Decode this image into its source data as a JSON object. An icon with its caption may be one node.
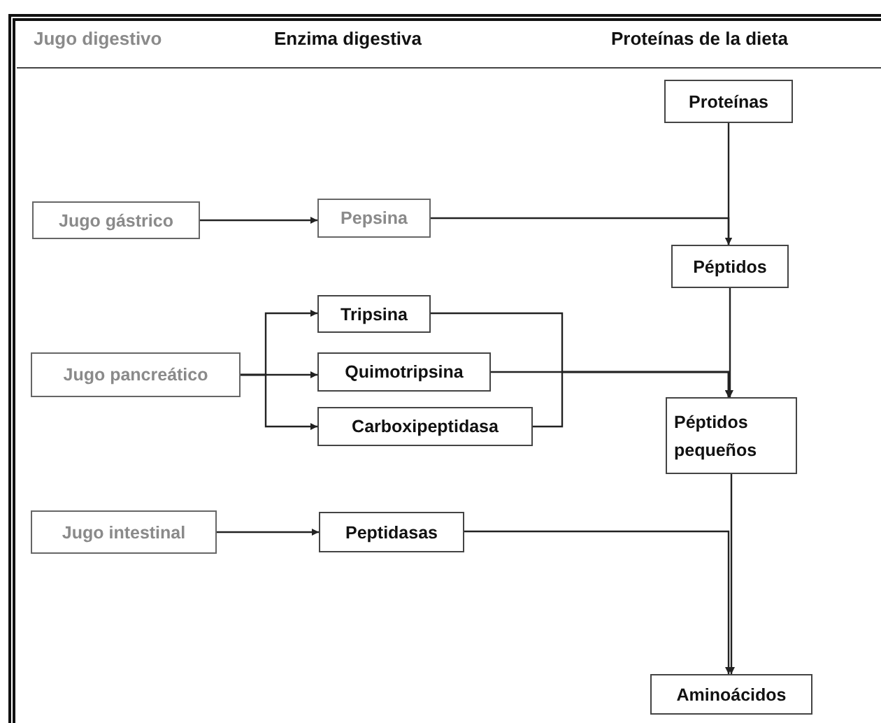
{
  "diagram": {
    "nodes": [
      {
        "text": [
          "Jugo gástrico"
        ]
      },
      {
        "text": [
          "Pepsina"
        ]
      },
      {
        "text": [
          "Proteínas"
        ]
      },
      {
        "text": [
          "Péptidos"
        ]
      },
      {
        "text": [
          "Tripsina"
        ]
      },
      {
        "text": [
          "Jugo pancreático"
        ]
      },
      {
        "text": [
          "Quimotripsina"
        ]
      },
      {
        "text": [
          "Carboxipeptidasa"
        ]
      },
      {
        "text": [
          "Péptidos pequeños"
        ]
      },
      {
        "text": [
          "Jugo intestinal"
        ]
      },
      {
        "text": [
          "Peptidasas"
        ]
      },
      {
        "text": [
          "Aminoácidos"
        ]
      }
    ],
    "edges": [
      {
        "from": 0,
        "to": 1,
        "arrow": "to"
      },
      {
        "from": 1,
        "to": 3,
        "arrow": "to"
      },
      {
        "from": 2,
        "to": 3,
        "arrow": "to"
      },
      {
        "from": 5,
        "to": 4,
        "arrow": "to"
      },
      {
        "from": 5,
        "to": 6,
        "arrow": "to"
      },
      {
        "from": 5,
        "to": 7,
        "arrow": "to"
      },
      {
        "from": 4,
        "to": 8,
        "arrow": "to"
      },
      {
        "from": 6,
        "to": 8,
        "arrow": "to"
      },
      {
        "from": 7,
        "to": 8,
        "arrow": "to"
      },
      {
        "from": 3,
        "to": 8,
        "arrow": "to"
      },
      {
        "from": 8,
        "to": 11,
        "arrow": "to"
      },
      {
        "from": 9,
        "to": 10,
        "arrow": "to"
      },
      {
        "from": 10,
        "to": 11,
        "arrow": "to"
      }
    ],
    "labels": [
      "Jugo digestivo",
      "Enzima digestiva",
      "Proteínas de la dieta"
    ]
  }
}
